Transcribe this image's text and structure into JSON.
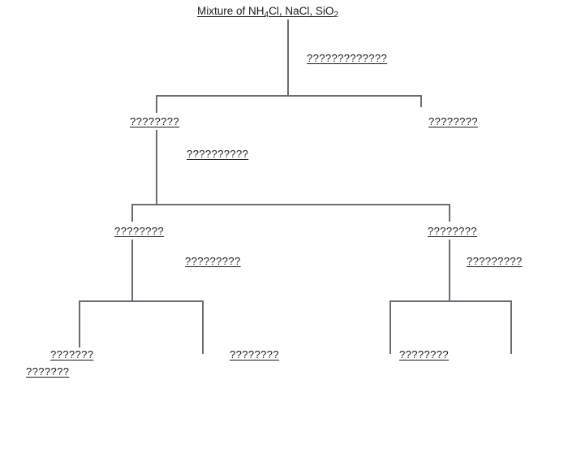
{
  "diagram": {
    "type": "separation-flowchart",
    "background_color": "#ffffff",
    "line_color": "#6b6b72",
    "text_color": "#1a1a1a",
    "title": {
      "full_text": "Mixture of NH4Cl, NaCl, SiO2",
      "prefix": "Mixture of NH",
      "sub1": "4",
      "mid": "Cl, NaCl, SiO",
      "sub2": "2"
    },
    "labels": {
      "step_1": "?????????????",
      "node_2_left": "????????",
      "node_2_right": "????????",
      "step_2": "??????????",
      "node_3_left": "????????",
      "node_3_right": "????????",
      "step_3_left": "?????????",
      "step_3_right": "?????????",
      "leaf_1": "???????",
      "leaf_2": "???????",
      "leaf_3": "????????",
      "leaf_4": "????????"
    }
  }
}
